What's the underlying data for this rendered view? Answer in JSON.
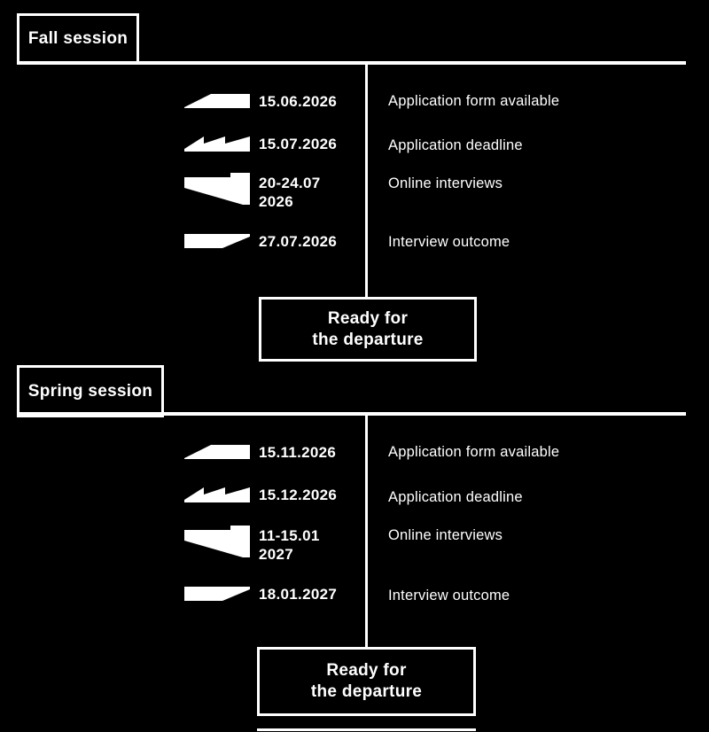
{
  "colors": {
    "background": "#000000",
    "foreground": "#ffffff"
  },
  "sessions": [
    {
      "title": "Fall session",
      "milestones": [
        {
          "icon": "ramp-icon",
          "date": "15.06.2026",
          "label": "Application form available"
        },
        {
          "icon": "sawtooth-icon",
          "date": "15.07.2026",
          "label": "Application deadline"
        },
        {
          "icon": "flag-icon",
          "date": "20-24.07\n2026",
          "label": "Online interviews"
        },
        {
          "icon": "wedge-icon",
          "date": "27.07.2026",
          "label": "Interview outcome"
        }
      ],
      "outcome": "Ready for\nthe departure"
    },
    {
      "title": "Spring session",
      "milestones": [
        {
          "icon": "ramp-icon",
          "date": "15.11.2026",
          "label": "Application form available"
        },
        {
          "icon": "sawtooth-icon",
          "date": "15.12.2026",
          "label": "Application deadline"
        },
        {
          "icon": "flag-icon",
          "date": "11-15.01\n2027",
          "label": "Online interviews"
        },
        {
          "icon": "wedge-icon",
          "date": "18.01.2027",
          "label": "Interview outcome"
        }
      ],
      "outcome": "Ready for\nthe departure"
    }
  ]
}
